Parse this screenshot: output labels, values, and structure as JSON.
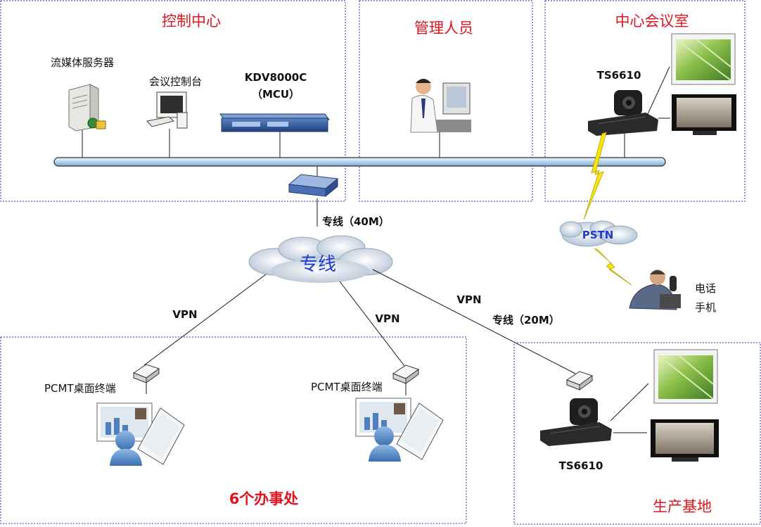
{
  "zones": {
    "control_center": "控制中心",
    "admin": "管理人员",
    "conference_room": "中心会议室",
    "offices": "6个办事处",
    "production_base": "生产基地"
  },
  "devices": {
    "streaming_server": "流媒体服务器",
    "console": "会议控制台",
    "mcu_model": "KDV8000C",
    "mcu_sub": "（MCU）",
    "ts_center": "TS6610",
    "ts_base": "TS6610",
    "pcmt_left": "PCMT桌面终端",
    "pcmt_right": "PCMT桌面终端",
    "phone_line1": "电话",
    "phone_line2": "手机"
  },
  "links": {
    "leased_40m": "专线（40M）",
    "leased_cloud": "专线",
    "pstn": "PSTN",
    "vpn_left": "VPN",
    "vpn_mid": "VPN",
    "vpn_right": "VPN",
    "leased_20m": "专线（20M）"
  },
  "colors": {
    "zone_border": "#2c2cc6",
    "zone_title": "#e0141e",
    "cloud_text": "#1f3ad6",
    "pstn_text": "#1f3ad6",
    "lightning": "#f6e60a"
  }
}
